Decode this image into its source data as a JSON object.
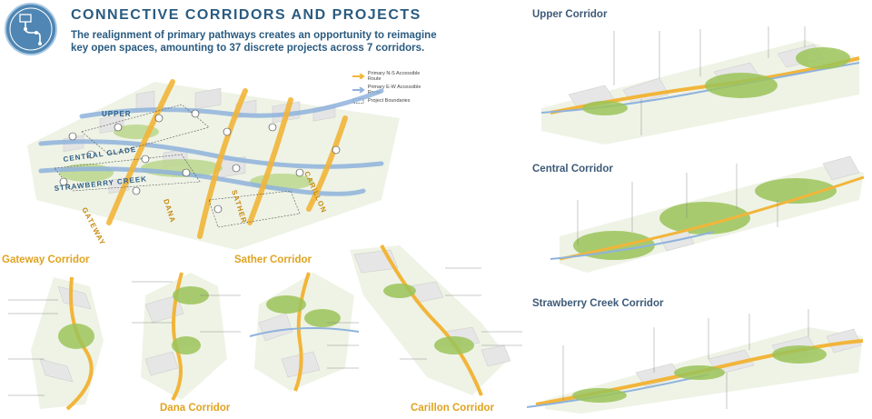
{
  "title": "CONNECTIVE CORRIDORS AND PROJECTS",
  "subtitle": "The realignment of primary pathways creates an opportunity to reimagine key open spaces, amounting to 37 discrete projects across 7 corridors.",
  "legend": [
    {
      "label": "Primary N-S Accessible Route",
      "color": "#f2b53a",
      "kind": "arrow"
    },
    {
      "label": "Primary E-W Accessible Route",
      "color": "#8fb3dc",
      "kind": "arrow"
    },
    {
      "label": "Project Boundaries",
      "color": "#555555",
      "kind": "dashed"
    }
  ],
  "map_labels": {
    "upper": "UPPER",
    "central": "CENTRAL GLADE",
    "strawberry": "STRAWBERRY CREEK",
    "gateway": "GATEWAY",
    "dana": "DANA",
    "sather": "SATHER",
    "carillon": "CARILLON"
  },
  "corridors": {
    "upper": "Upper Corridor",
    "central": "Central Corridor",
    "strawberry": "Strawberry Creek Corridor",
    "gateway": "Gateway Corridor",
    "sather": "Sather Corridor",
    "dana": "Dana Corridor",
    "carillon": "Carillon Corridor"
  },
  "colors": {
    "title": "#2a5b80",
    "gold": "#e0a320",
    "green": "#9cc45a",
    "blue_route": "#8fb3dc"
  }
}
